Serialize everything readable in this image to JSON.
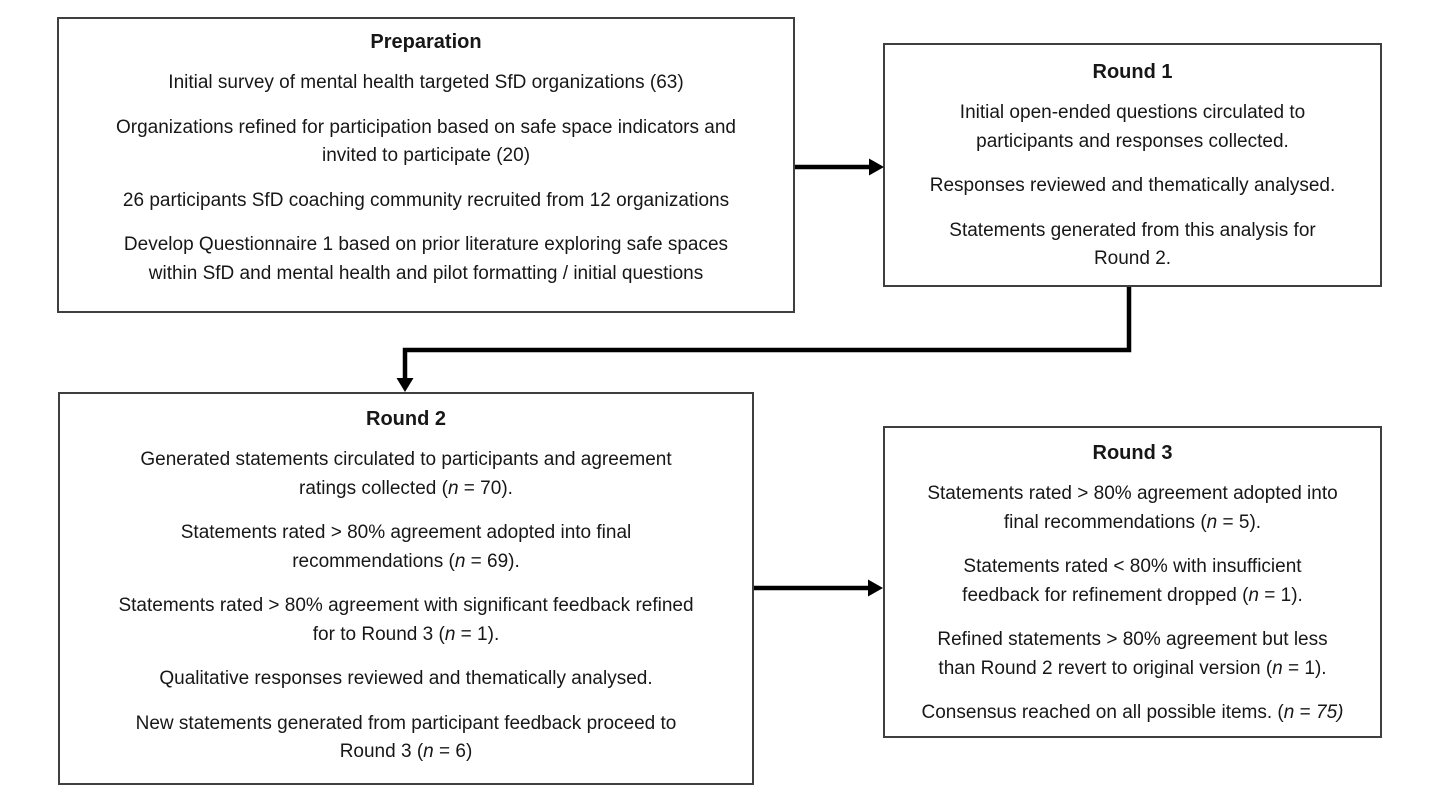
{
  "figure": {
    "colors": {
      "background": "#ffffff",
      "box_border": "#3f3f3f",
      "arrow": "#000000",
      "text": "#171717"
    },
    "boxes": [
      {
        "id": "preparation",
        "title": "Preparation",
        "paragraphs": [
          [
            {
              "text": "Initial survey of mental health targeted SfD organizations (63)"
            }
          ],
          [
            {
              "text": "Organizations refined for participation based on safe space indicators and"
            },
            {
              "break": true
            },
            {
              "text": "invited to participate (20)"
            }
          ],
          [
            {
              "text": "26 participants SfD coaching community recruited from 12 organizations"
            }
          ],
          [
            {
              "text": "Develop Questionnaire 1 based on prior literature exploring safe spaces"
            },
            {
              "break": true
            },
            {
              "text": "within SfD and mental health and pilot formatting / initial questions"
            }
          ]
        ]
      },
      {
        "id": "round1",
        "title": "Round 1",
        "paragraphs": [
          [
            {
              "text": "Initial open-ended questions circulated to"
            },
            {
              "break": true
            },
            {
              "text": "participants and responses collected."
            }
          ],
          [
            {
              "text": "Responses reviewed and thematically analysed."
            }
          ],
          [
            {
              "text": "Statements generated from this analysis for"
            },
            {
              "break": true
            },
            {
              "text": "Round 2."
            }
          ]
        ]
      },
      {
        "id": "round2",
        "title": "Round 2",
        "paragraphs": [
          [
            {
              "text": "Generated statements circulated to participants and agreement"
            },
            {
              "break": true
            },
            {
              "text": "ratings collected ("
            },
            {
              "text": "n",
              "italic": true
            },
            {
              "text": " = 70)."
            }
          ],
          [
            {
              "text": "Statements rated > 80% agreement adopted into final"
            },
            {
              "break": true
            },
            {
              "text": "recommendations ("
            },
            {
              "text": "n",
              "italic": true
            },
            {
              "text": " = 69)."
            }
          ],
          [
            {
              "text": "Statements rated > 80% agreement with significant feedback refined"
            },
            {
              "break": true
            },
            {
              "text": "for to Round 3 ("
            },
            {
              "text": "n",
              "italic": true
            },
            {
              "text": " = 1)."
            }
          ],
          [
            {
              "text": "Qualitative responses reviewed and thematically analysed."
            }
          ],
          [
            {
              "text": "New statements generated from participant feedback proceed to"
            },
            {
              "break": true
            },
            {
              "text": "Round 3 ("
            },
            {
              "text": "n",
              "italic": true
            },
            {
              "text": " = 6)"
            }
          ]
        ]
      },
      {
        "id": "round3",
        "title": "Round 3",
        "paragraphs": [
          [
            {
              "text": "Statements rated > 80% agreement adopted into"
            },
            {
              "break": true
            },
            {
              "text": "final recommendations ("
            },
            {
              "text": "n",
              "italic": true
            },
            {
              "text": " = 5)."
            }
          ],
          [
            {
              "text": "Statements rated < 80% with insufficient"
            },
            {
              "break": true
            },
            {
              "text": "feedback for refinement dropped ("
            },
            {
              "text": "n",
              "italic": true
            },
            {
              "text": " = 1)."
            }
          ],
          [
            {
              "text": "Refined statements > 80% agreement but less"
            },
            {
              "break": true
            },
            {
              "text": "than Round 2 revert to original version ("
            },
            {
              "text": "n",
              "italic": true
            },
            {
              "text": " = 1)."
            }
          ],
          [
            {
              "text": "Consensus reached on all possible items. ("
            },
            {
              "text": "n",
              "italic": true
            },
            {
              "text": " = "
            },
            {
              "text": "75)",
              "italic": true
            }
          ]
        ]
      }
    ],
    "arrows": [
      {
        "name": "preparation-to-round1",
        "from": "preparation",
        "to": "round1"
      },
      {
        "name": "round1-to-round2",
        "from": "round1",
        "to": "round2"
      },
      {
        "name": "round2-to-round3",
        "from": "round2",
        "to": "round3"
      }
    ]
  }
}
